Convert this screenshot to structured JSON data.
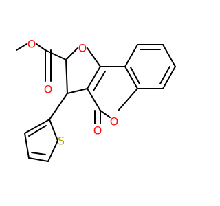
{
  "molecule": {
    "atoms": {
      "o_ester_methoxy": "O",
      "o_ester_carbonyl": "O",
      "o_furan": "O",
      "o_lactone_ring": "O",
      "o_lactone_carbonyl": "O",
      "s_thiophene": "S"
    }
  },
  "colors": {
    "bond": "#000000",
    "oxygen": "#ff0d0d",
    "sulfur": "#b2a100",
    "background": "#ffffff"
  }
}
